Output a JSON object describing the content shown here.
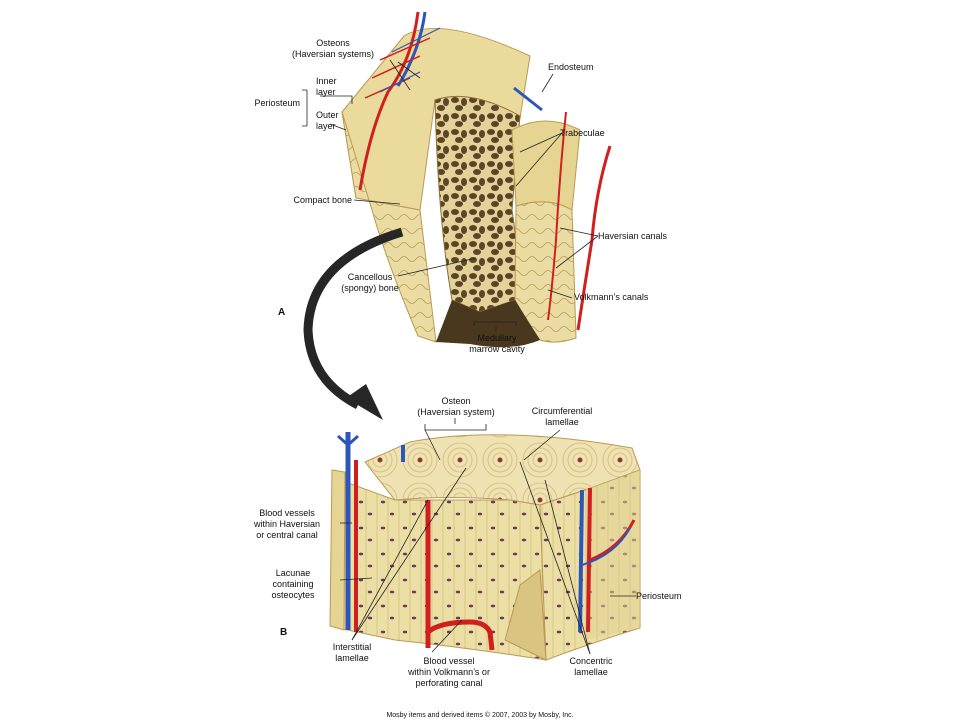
{
  "colors": {
    "bone": "#ecdfa6",
    "bone_shade": "#d9c481",
    "bone_dark": "#b99a55",
    "cavity": "#5b4524",
    "artery": "#d01f1f",
    "vein": "#2e56b8",
    "arrow": "#262626",
    "leader": "#222222"
  },
  "figure_a": {
    "part_label": "A",
    "labels": {
      "osteons": "Osteons\n(Haversian systems)",
      "endosteum": "Endosteum",
      "inner_layer": "Inner\nlayer",
      "periosteum": "Periosteum",
      "outer_layer": "Outer\nlayer",
      "trabeculae": "Trabeculae",
      "compact_bone": "Compact bone",
      "haversian_canals": "Haversian canals",
      "cancellous_bone": "Cancellous\n(spongy) bone",
      "volkmanns_canals": "Volkmann’s canals",
      "medullary_cavity": "Medullary\nmarrow cavity"
    }
  },
  "figure_b": {
    "part_label": "B",
    "labels": {
      "osteon": "Osteon\n(Haversian system)",
      "circumferential_lamellae": "Circumferential\nlamellae",
      "blood_vessels_haversian": "Blood vessels\nwithin Haversian\nor central canal",
      "lacunae": "Lacunae\ncontaining\nosteocytes",
      "periosteum": "Periosteum",
      "interstitial_lamellae": "Interstitial\nlamellae",
      "blood_vessel_volkmann": "Blood vessel\nwithin Volkmann’s or\nperforating canal",
      "concentric_lamellae": "Concentric\nlamellae"
    }
  },
  "credit": "Mosby items and derived items © 2007, 2003 by Mosby, Inc."
}
